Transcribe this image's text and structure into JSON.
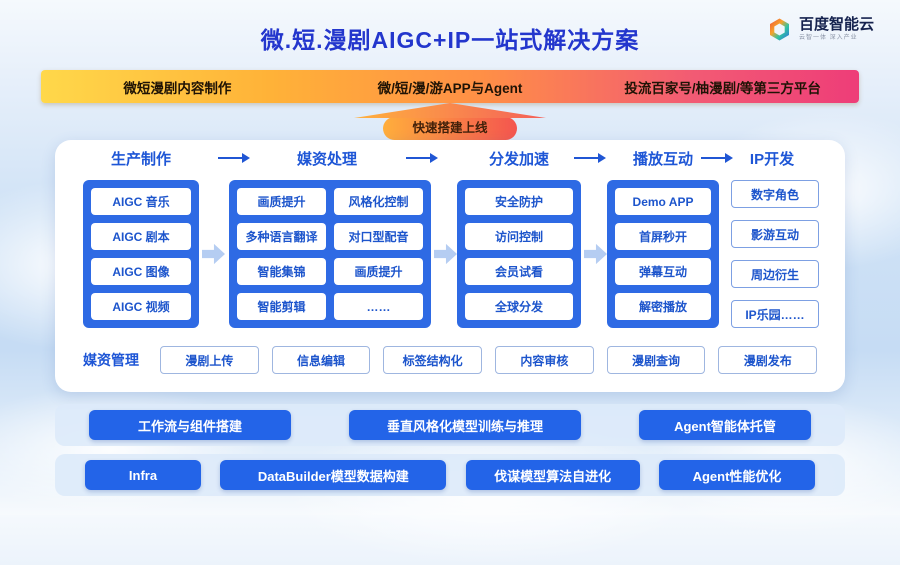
{
  "header": {
    "title": "微.短.漫剧AIGC+IP一站式解决方案",
    "logo": {
      "name": "百度智能云",
      "tagline": "云智一体 深入产业"
    }
  },
  "top_bar": {
    "segments": [
      "微短漫剧内容制作",
      "微/短/漫/游APP与Agent",
      "投流百家号/柚漫剧/等第三方平台"
    ]
  },
  "launch": {
    "label": "快速搭建上线"
  },
  "pipeline": {
    "stages": [
      "生产制作",
      "媒资处理",
      "分发加速",
      "播放互动",
      "IP开发"
    ],
    "production_items": [
      "AIGC 音乐",
      "AIGC 剧本",
      "AIGC 图像",
      "AIGC 视频"
    ],
    "media_processing_items": [
      "画质提升",
      "风格化控制",
      "多种语言翻译",
      "对口型配音",
      "智能集锦",
      "画质提升",
      "智能剪辑",
      "……"
    ],
    "distribution_items": [
      "安全防护",
      "访问控制",
      "会员试看",
      "全球分发"
    ],
    "playback_items": [
      "Demo APP",
      "首屏秒开",
      "弹幕互动",
      "解密播放"
    ],
    "ip_items": [
      "数字角色",
      "影游互动",
      "周边衍生",
      "IP乐园……"
    ]
  },
  "media_management": {
    "label": "媒资管理",
    "items": [
      "漫剧上传",
      "信息编辑",
      "标签结构化",
      "内容审核",
      "漫剧查询",
      "漫剧发布"
    ]
  },
  "platform_layer": {
    "items": [
      "工作流与组件搭建",
      "垂直风格化模型训练与推理",
      "Agent智能体托管"
    ]
  },
  "infra_layer": {
    "items": [
      "Infra",
      "DataBuilder模型数据构建",
      "伐谋模型算法自进化",
      "Agent性能优化"
    ]
  },
  "colors": {
    "accent_blue": "#2364e8",
    "container_blue": "#2e6ae4",
    "title_blue": "#2336cd",
    "bar_gradient_start": "#ffd84a",
    "bar_gradient_end": "#ee3d78"
  }
}
